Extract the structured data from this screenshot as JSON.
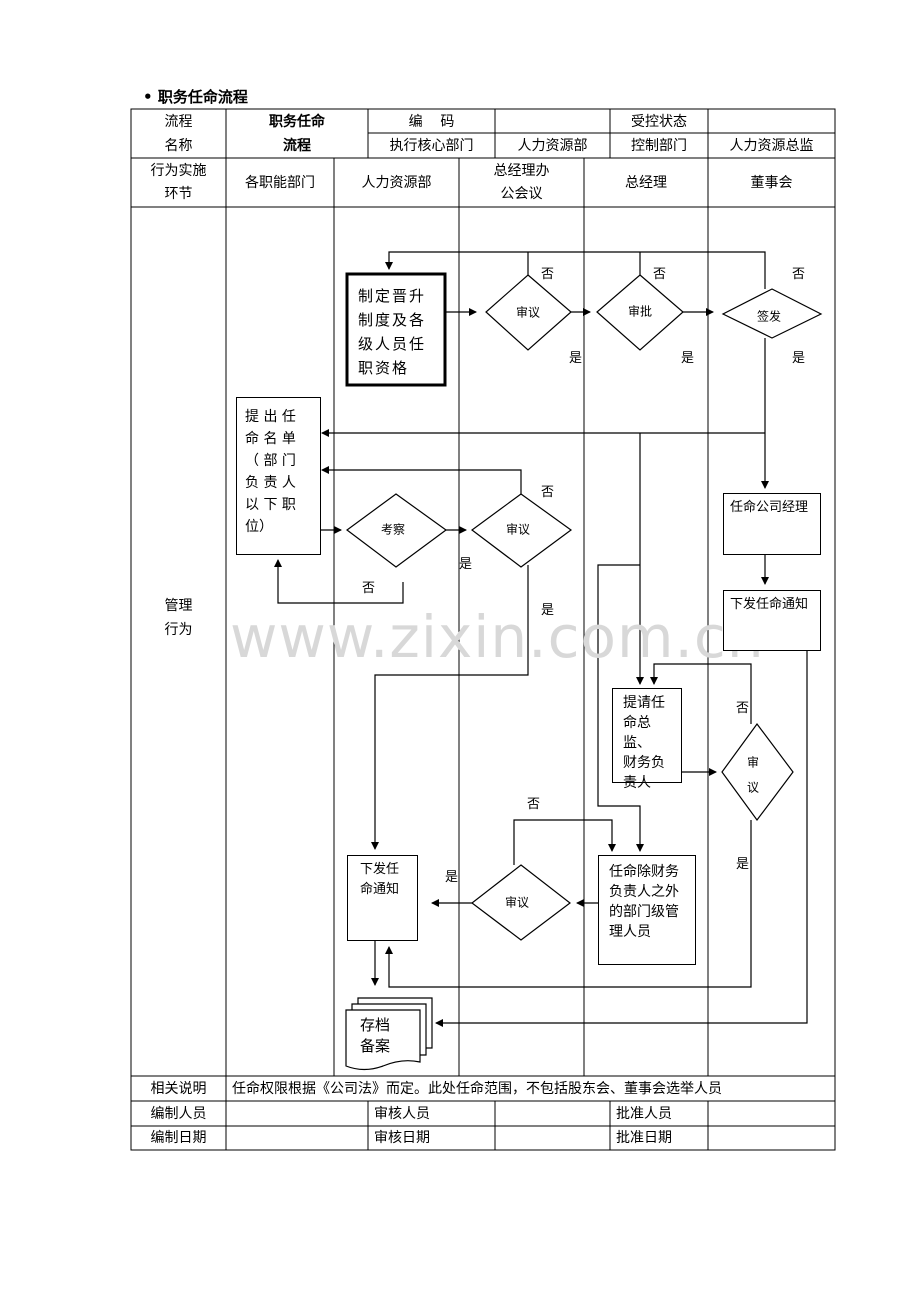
{
  "title": "职务任命流程",
  "header": {
    "row1": {
      "flow_name_label_1": "流程",
      "flow_name_label_2": "名称",
      "flow_name_1": "职务任命",
      "flow_name_2": "流程",
      "code_label": "编    码",
      "code_value": "",
      "control_label": "受控状态",
      "control_value": ""
    },
    "row2": {
      "exec_label": "执行核心部门",
      "exec_value": "人力资源部",
      "ctrl_dept_label": "控制部门",
      "ctrl_dept_value": "人力资源总监"
    }
  },
  "lanes": {
    "corner_1": "行为实施",
    "corner_2": "环节",
    "lane1": "各职能部门",
    "lane2": "人力资源部",
    "lane3_1": "总经理办",
    "lane3_2": "公会议",
    "lane4": "总经理",
    "lane5": "董事会"
  },
  "row_label_1": "管理",
  "row_label_2": "行为",
  "nodes": {
    "formulate": [
      "制定晋升",
      "制度及各",
      "级人员任",
      "职资格"
    ],
    "review1": "审议",
    "approve": "审批",
    "sign": "签发",
    "propose": [
      "提 出 任",
      "命 名 单",
      "（ 部 门",
      "负 责 人",
      "以 下 职",
      "位）"
    ],
    "inspect": "考察",
    "review2": "审议",
    "appoint_gm": "任命公司经理",
    "issue_notice_board": "下发任命通知",
    "nominate": [
      "提请任",
      "命总监、",
      "财务负",
      "责人"
    ],
    "review3_1": "审",
    "review3_2": "议",
    "appoint_dept": [
      "任命除财务",
      "负责人之外",
      "的部门级管",
      "理人员"
    ],
    "review4": "审议",
    "issue_notice_hr": [
      "下发任",
      "命通知"
    ],
    "archive": [
      "存档",
      "备案"
    ]
  },
  "edge_labels": {
    "no": "否",
    "yes": "是"
  },
  "footer": {
    "note_label": "相关说明",
    "note_value": "任命权限根据《公司法》而定。此处任命范围，不包括股东会、董事会选举人员",
    "editor_label": "编制人员",
    "editor_value": "",
    "reviewer_label": "审核人员",
    "reviewer_value": "",
    "approver_label": "批准人员",
    "approver_value": "",
    "edit_date_label": "编制日期",
    "edit_date_value": "",
    "review_date_label": "审核日期",
    "review_date_value": "",
    "approve_date_label": "批准日期",
    "approve_date_value": ""
  },
  "watermark": "www.zixin.com.cn"
}
